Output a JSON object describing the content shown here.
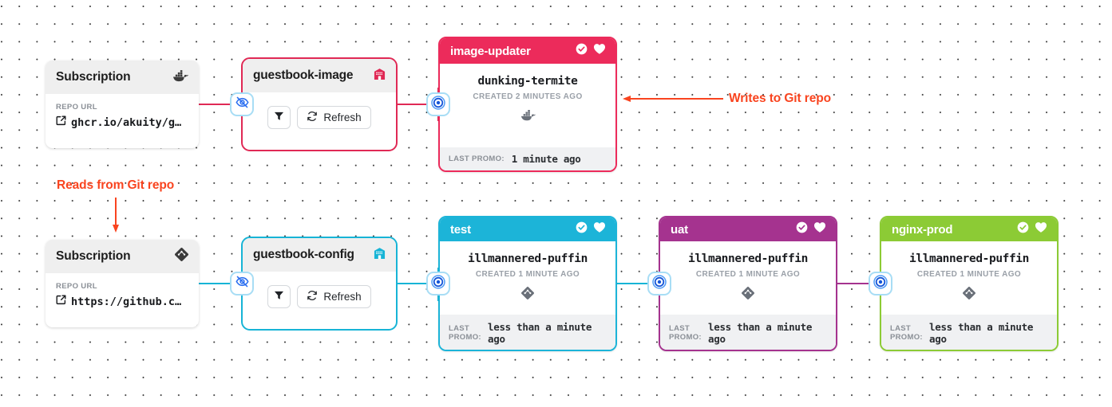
{
  "app": {
    "name": "kargo-pipeline-graph"
  },
  "annotations": [
    {
      "id": "writes",
      "text": "Writes to Git repo",
      "color": "#f9441f",
      "direction": "left"
    },
    {
      "id": "reads",
      "text": "Reads from Git repo",
      "color": "#f9441f",
      "direction": "down"
    }
  ],
  "subscriptions": [
    {
      "id": "image-sub",
      "title": "Subscription",
      "icon": "docker-icon",
      "url_label": "REPO URL",
      "url": "ghcr.io/akuity/g…",
      "link_icon": "external-link-icon"
    },
    {
      "id": "git-sub",
      "title": "Subscription",
      "icon": "git-icon",
      "url_label": "REPO URL",
      "url": "https://github.c…",
      "link_icon": "external-link-icon"
    }
  ],
  "warehouses": [
    {
      "id": "guestbook-image",
      "title": "guestbook-image",
      "icon": "warehouse-icon",
      "accent": "#e02955",
      "filter_icon": "filter-icon",
      "refresh_icon": "refresh-icon",
      "refresh_label": "Refresh"
    },
    {
      "id": "guestbook-config",
      "title": "guestbook-config",
      "icon": "warehouse-icon",
      "accent": "#17b4d6",
      "filter_icon": "filter-icon",
      "refresh_icon": "refresh-icon",
      "refresh_label": "Refresh"
    }
  ],
  "stages": [
    {
      "id": "image-updater",
      "name": "image-updater",
      "color": "#ec2b5b",
      "verified_icon": "check-circle-icon",
      "health_icon": "heart-icon",
      "freight_name": "dunking-termite",
      "created": "CREATED 2 MINUTES AGO",
      "freight_type_icon": "docker-icon",
      "promo_label": "LAST PROMO:",
      "promo_value": "1 minute ago",
      "promo_inline": true
    },
    {
      "id": "test",
      "name": "test",
      "color": "#1cb4d8",
      "verified_icon": "check-circle-icon",
      "health_icon": "heart-icon",
      "freight_name": "illmannered-puffin",
      "created": "CREATED 1 MINUTE AGO",
      "freight_type_icon": "git-icon",
      "promo_label": "LAST PROMO:",
      "promo_value": "less than a minute ago",
      "promo_inline": false
    },
    {
      "id": "uat",
      "name": "uat",
      "color": "#a5338f",
      "verified_icon": "check-circle-icon",
      "health_icon": "heart-icon",
      "freight_name": "illmannered-puffin",
      "created": "CREATED 1 MINUTE AGO",
      "freight_type_icon": "git-icon",
      "promo_label": "LAST PROMO:",
      "promo_value": "less than a minute ago",
      "promo_inline": false
    },
    {
      "id": "nginx-prod",
      "name": "nginx-prod",
      "color": "#8ccb35",
      "verified_icon": "check-circle-icon",
      "health_icon": "heart-icon",
      "freight_name": "illmannered-puffin",
      "created": "CREATED 1 MINUTE AGO",
      "freight_type_icon": "git-icon",
      "promo_label": "LAST PROMO:",
      "promo_value": "less than a minute ago",
      "promo_inline": false
    }
  ],
  "connectors": [
    {
      "id": "c1",
      "icon": "eye-off-icon",
      "color": "#2a6ef0"
    },
    {
      "id": "c2",
      "icon": "bullseye-icon",
      "color": "#1555d8"
    },
    {
      "id": "c3",
      "icon": "eye-off-icon",
      "color": "#2a6ef0"
    },
    {
      "id": "c4",
      "icon": "bullseye-icon",
      "color": "#1555d8"
    },
    {
      "id": "c5",
      "icon": "bullseye-icon",
      "color": "#1555d8"
    },
    {
      "id": "c6",
      "icon": "bullseye-icon",
      "color": "#1555d8"
    }
  ],
  "colors": {
    "pink": "#e02955",
    "cyan": "#17b4d6",
    "purple": "#a5338f",
    "green": "#8ccb35",
    "annotation": "#f9441f",
    "badge_border": "#a8ddf5"
  }
}
